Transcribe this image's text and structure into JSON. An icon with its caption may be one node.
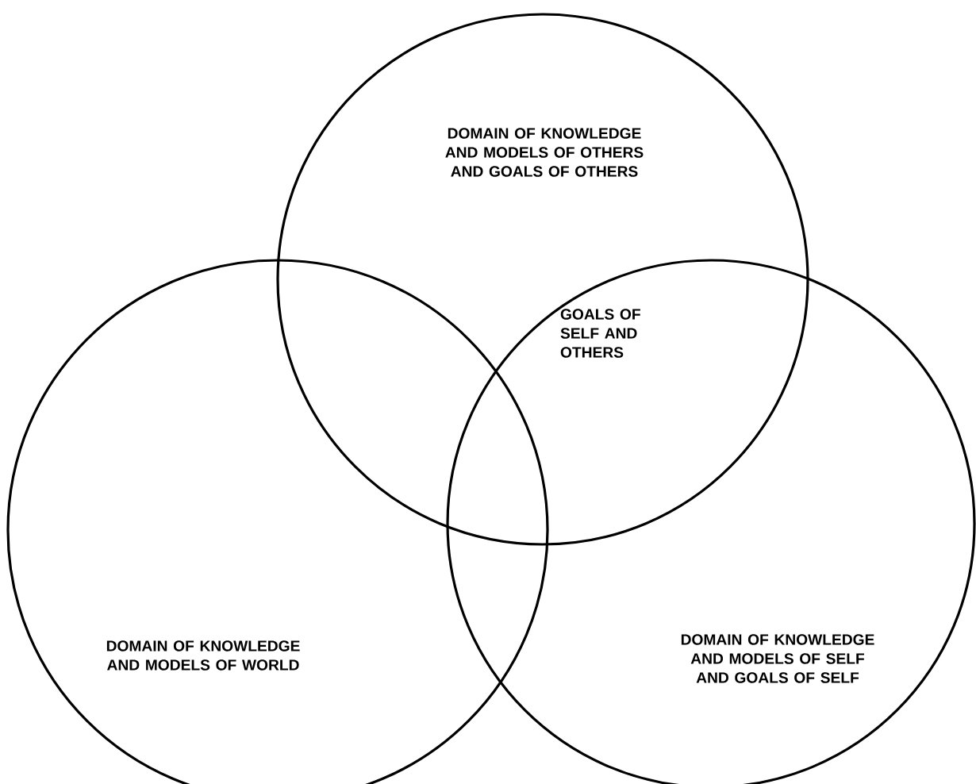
{
  "diagram": {
    "nodes": [
      {
        "text": [
          "DOMAIN OF KNOWLEDGE AND MODELS OF OTHERS AND GOALS OF OTHERS"
        ]
      },
      {
        "text": [
          "DOMAIN OF KNOWLEDGE AND MODELS OF WORLD"
        ]
      },
      {
        "text": [
          "DOMAIN OF KNOWLEDGE AND MODELS OF SELF AND GOALS OF SELF"
        ]
      }
    ],
    "labels": [
      "GOALS OF SELF AND OTHERS"
    ]
  }
}
